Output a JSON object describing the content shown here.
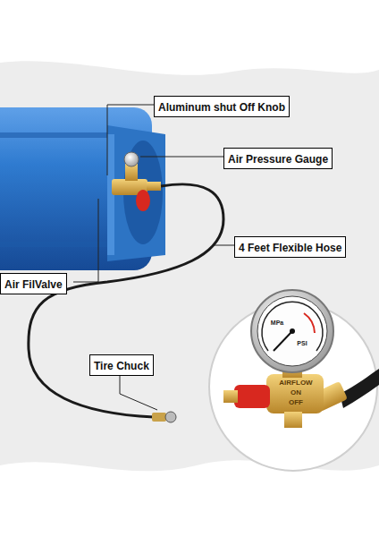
{
  "diagram": {
    "nodes": [
      {
        "text": [
          "Aluminum shut Off Knob"
        ]
      },
      {
        "text": [
          "Air Pressure Gauge"
        ]
      },
      {
        "text": [
          "4 Feet Flexible Hose"
        ]
      },
      {
        "text": [
          "Air FilValve"
        ]
      },
      {
        "text": [
          "Tire Chuck"
        ]
      }
    ],
    "labels": [
      "MPa",
      "PSI",
      "AIRFLOW",
      "ON",
      "OFF"
    ]
  }
}
